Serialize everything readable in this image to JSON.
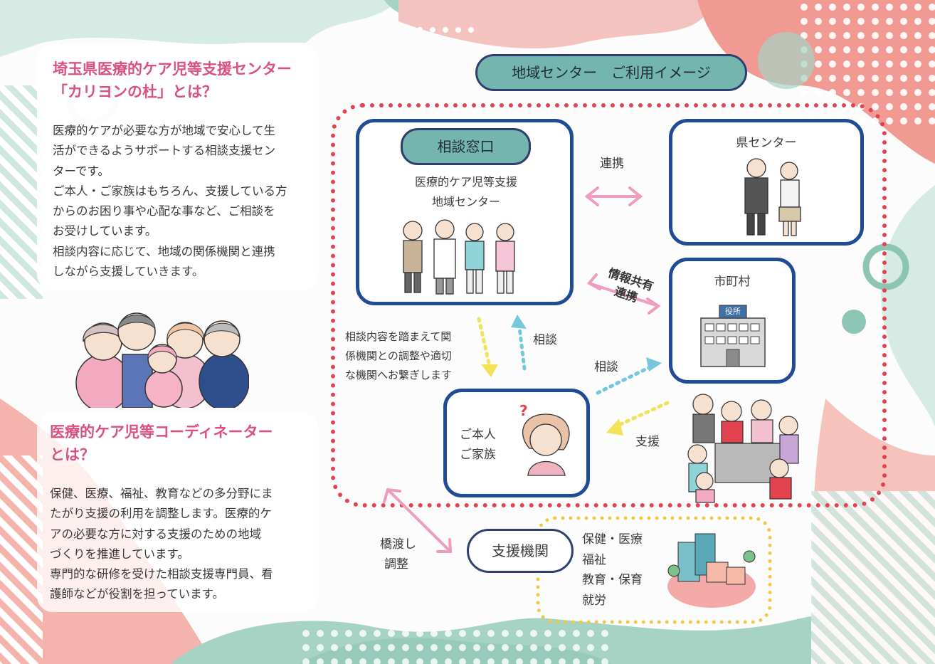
{
  "left": {
    "section1": {
      "title_line1": "埼玉県医療的ケア児等支援センター",
      "title_line2": "「カリヨンの杜」とは？",
      "body_lines": [
        "医療的ケアが必要な方が地域で安心して生",
        "活ができるようサポートする相談支援セン",
        "ターです。",
        "ご本人・ご家族はもちろん、支援している方",
        "からのお困り事や心配な事など、ご相談を",
        "お受けしています。",
        "相談内容に応じて、地域の関係機関と連携",
        "しながら支援していきます。"
      ]
    },
    "section2": {
      "title_line1": "医療的ケア児等コーディネーター",
      "title_line2": "とは？",
      "body_lines": [
        "保健、医療、福祉、教育などの多分野にま",
        "たがり支援の利用を調整します。医療的ケ",
        "アの必要な方に対する支援のための地域",
        "づくりを推進しています。",
        "専門的な研修を受けた相談支援専門員、看",
        "護師などが役割を担っています。"
      ]
    }
  },
  "diagram": {
    "header": "地域センター　ご利用イメージ",
    "consult_window": {
      "pill": "相談窓口",
      "line1": "医療的ケア児等支援",
      "line2": "地域センター"
    },
    "prefecture_center": "県センター",
    "municipality": "市町村",
    "municipality_sign": "役所",
    "person": {
      "line1": "ご本人",
      "line2": "ご家族"
    },
    "support_orgs": "支援機関",
    "org_list": [
      "保健・医療",
      "福祉",
      "教育・保育",
      "就労"
    ],
    "labels": {
      "collab": "連携",
      "info_share": "情報共有",
      "info_collab": "連携",
      "consult_up": "相談",
      "consult_muni": "相談",
      "support": "支援",
      "bridge_line1": "橋渡し",
      "bridge_line2": "調整",
      "coordinate_lines": [
        "相談内容を踏まえて関",
        "係機関との調整や適切",
        "な機関へお繋ぎします"
      ],
      "question_mark": "?"
    }
  },
  "colors": {
    "heading_pink": "#d9527e",
    "box_blue": "#1f4c94",
    "pill_teal": "#74b5ae",
    "dotted_red": "#e2434e",
    "arrow_pink": "#ee9cc0",
    "arrow_yellow": "#f3e35a",
    "arrow_cyan": "#74c8dc",
    "dotted_yellow": "#f1c94a",
    "bg_mint": "#cfe7de",
    "bg_salmon": "#f19a93"
  }
}
